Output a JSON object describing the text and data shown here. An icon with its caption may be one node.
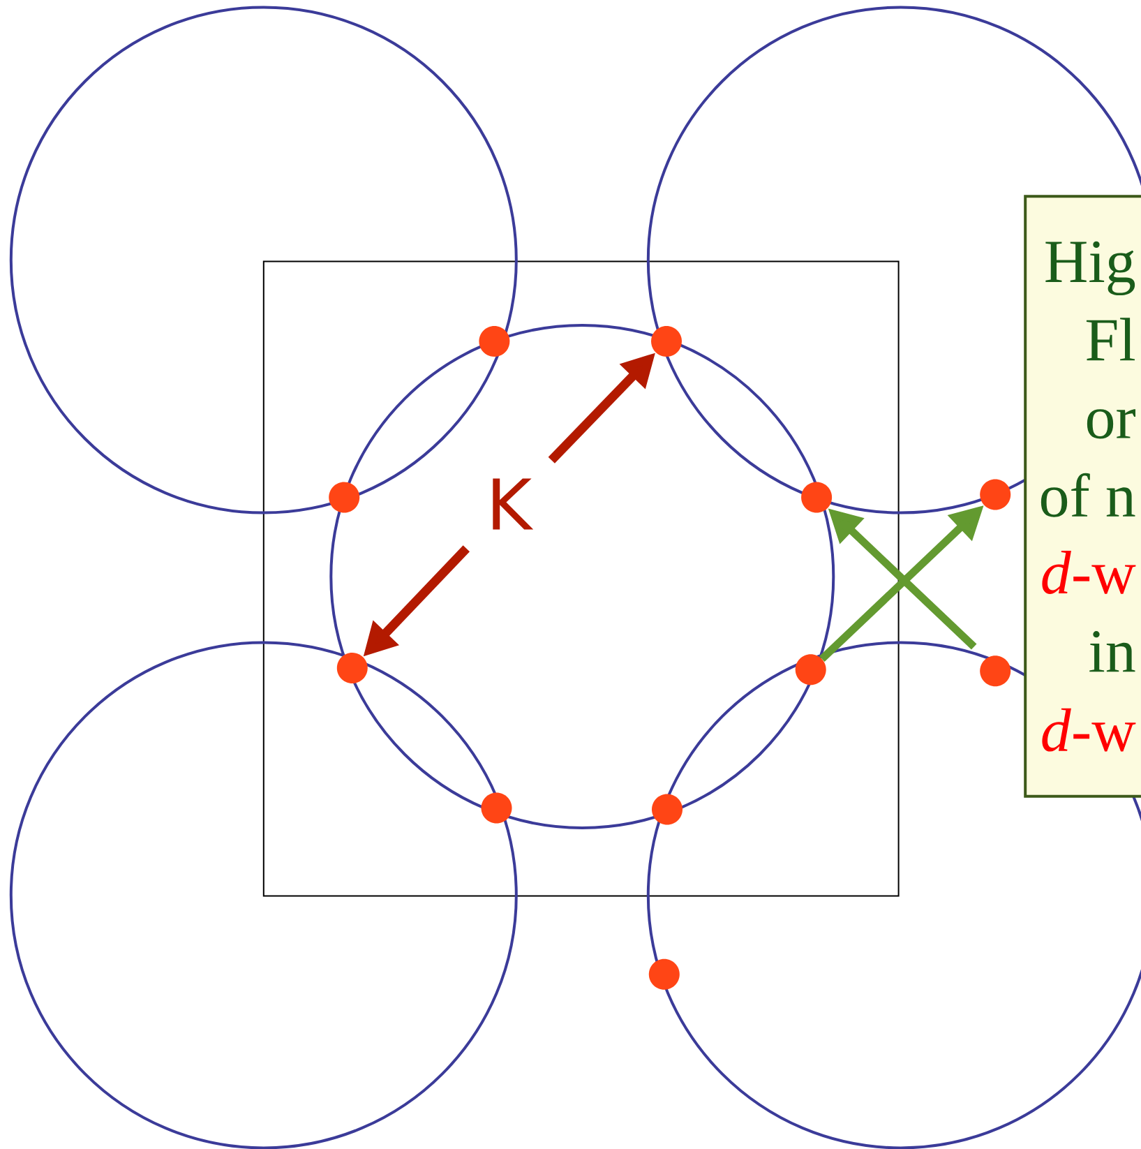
{
  "diagram": {
    "nodes": [
      {
        "text": [],
        "shape": "circle"
      },
      {
        "text": [],
        "shape": "circle"
      },
      {
        "text": [],
        "shape": "circle"
      },
      {
        "text": [],
        "shape": "circle"
      },
      {
        "text": [],
        "shape": "circle"
      },
      {
        "text": [],
        "shape": "circle"
      },
      {
        "text": [],
        "shape": "circle"
      },
      {
        "text": [],
        "shape": "circle"
      },
      {
        "text": [],
        "shape": "circle"
      },
      {
        "text": [],
        "shape": "circle"
      },
      {
        "text": [],
        "shape": "circle"
      },
      {
        "text": [
          "K"
        ]
      },
      {
        "text": [
          "Hig",
          "Fl",
          "or",
          "of n",
          "*d*-w",
          "in",
          "*d*-w"
        ]
      }
    ],
    "edges": [
      {
        "from": 11,
        "to": 1,
        "arrow": "to"
      },
      {
        "from": 11,
        "to": 5,
        "arrow": "to"
      },
      {
        "from": 6,
        "to": 4,
        "arrow": "to",
        "color": "#639a30"
      },
      {
        "from": null,
        "to": 3,
        "arrow": "to",
        "color": "#639a30"
      }
    ]
  }
}
